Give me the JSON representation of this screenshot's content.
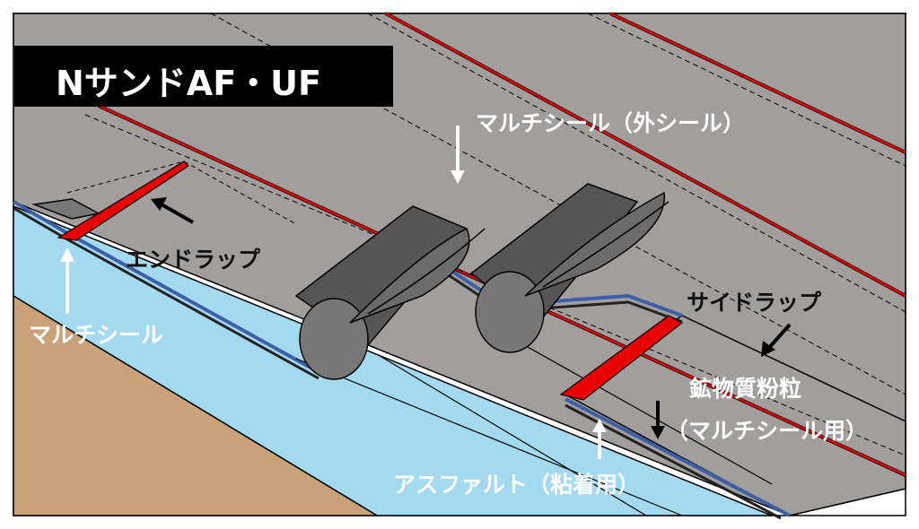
{
  "title": "NサンドAF・UF",
  "labels": {
    "multi_seal_outer": "マルチシール（外シール）",
    "end_wrap": "エンドラップ",
    "multi_seal": "マルチシール",
    "side_wrap": "サイドラップ",
    "mineral_granules": "鉱物質粉粒",
    "for_multi_seal": "（マルチシール用）",
    "asphalt_adhesive": "アスファルト（粘着用）"
  },
  "colors": {
    "roof_gray": "#a19e9b",
    "asphalt_blue": "#a3daf0",
    "substrate_tan": "#c9a27a",
    "seal_red": "#e80000",
    "roll_dark": "#555555"
  }
}
